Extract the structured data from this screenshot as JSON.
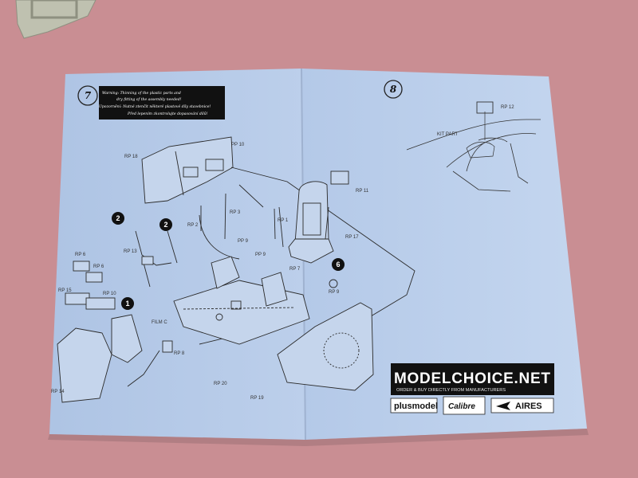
{
  "step_left": {
    "number": "7",
    "warning_lines": [
      "Warning: Thinning of the plastic parts and",
      "dry fitting of the assembly needed!",
      "Upozornění: Nutné ztenčit některé plastové díly stavebnice!",
      "Před lepením zkontrolujte dopasování dílů!"
    ]
  },
  "step_right": {
    "number": "8",
    "kit_part_label": "KIT PART",
    "part_label": "RP 12"
  },
  "part_labels": {
    "rp18": "RP 18",
    "rp10_top": "PP 10",
    "rp3": "RP 3",
    "rp2": "RP 2",
    "rp1": "RP 1",
    "rp11": "RP 11",
    "rp17": "RP 17",
    "rp13": "RP 13",
    "pp9a": "PP 9",
    "pp9b": "PP 9",
    "rp6a": "RP 6",
    "rp6b": "RP 6",
    "rp7": "RP 7",
    "rp9": "RP 9",
    "rp15": "RP 15",
    "rp10": "RP 10",
    "film": "FILM C",
    "rp8": "RP 8",
    "rp14": "RP 14",
    "rp20": "RP 20",
    "rp19": "RP 19"
  },
  "badges": [
    "2",
    "2",
    "1",
    "6"
  ],
  "brand": {
    "title": "MODELCHOICE.NET",
    "subtitle": "ORDER & BUY DIRECTLY FROM MANUFACTURERS",
    "logos": [
      "plusmodel",
      "Calibre",
      "AIRES"
    ]
  },
  "colors": {
    "table": "#c98e93",
    "paper": "#b7cbe8",
    "ink": "#2a2a2a",
    "banner": "#111111"
  }
}
